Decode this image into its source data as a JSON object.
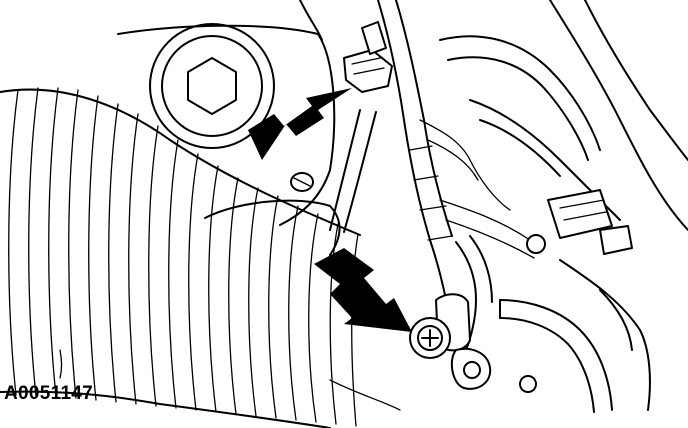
{
  "figure": {
    "id_label": "A0051147"
  },
  "illustration": {
    "subject": "wiring-harness-retainers",
    "callouts": [
      {
        "name": "upper-harness-clip-arrow"
      },
      {
        "name": "lower-ground-bolt-arrow"
      }
    ],
    "colors": {
      "line": "#000000",
      "background": "#ffffff"
    }
  }
}
